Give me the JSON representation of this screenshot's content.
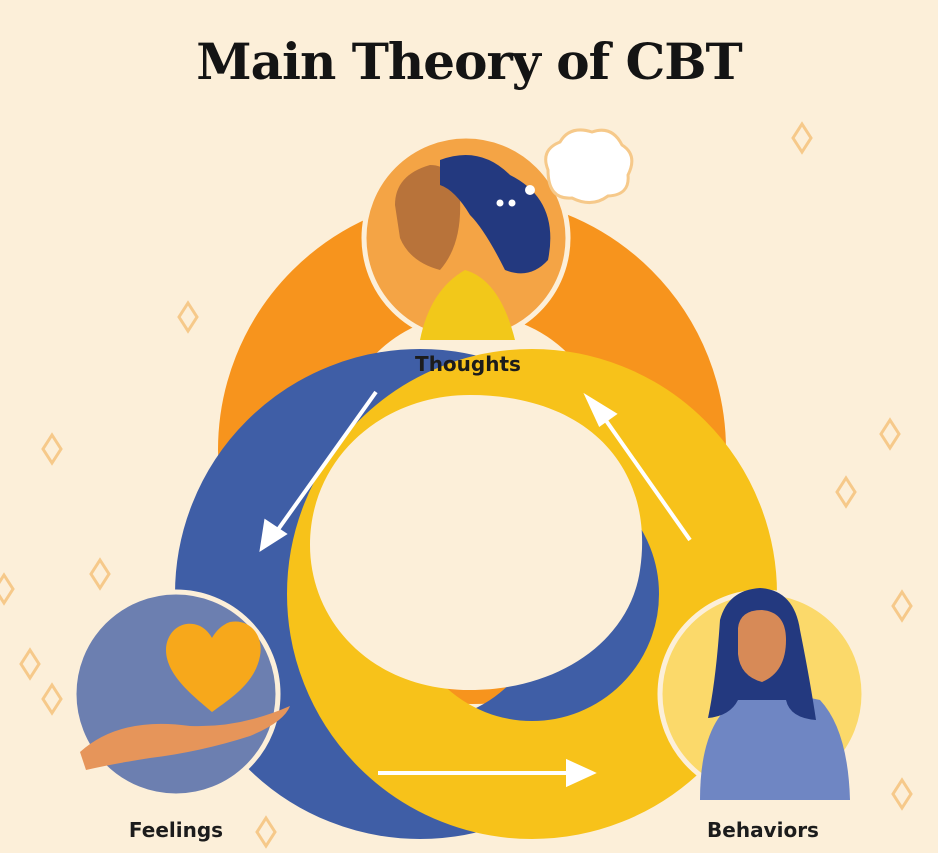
{
  "title": "Main Theory of CBT",
  "nodes": {
    "thoughts": "Thoughts",
    "feelings": "Feelings",
    "behaviors": "Behaviors"
  },
  "colors": {
    "background": "#fcefd9",
    "thoughts_ring": "#f7941d",
    "feelings_ring": "#3f5ea6",
    "behaviors_ring": "#f7c21a",
    "arrow": "#ffffff",
    "diamond": "#f6c98a"
  }
}
